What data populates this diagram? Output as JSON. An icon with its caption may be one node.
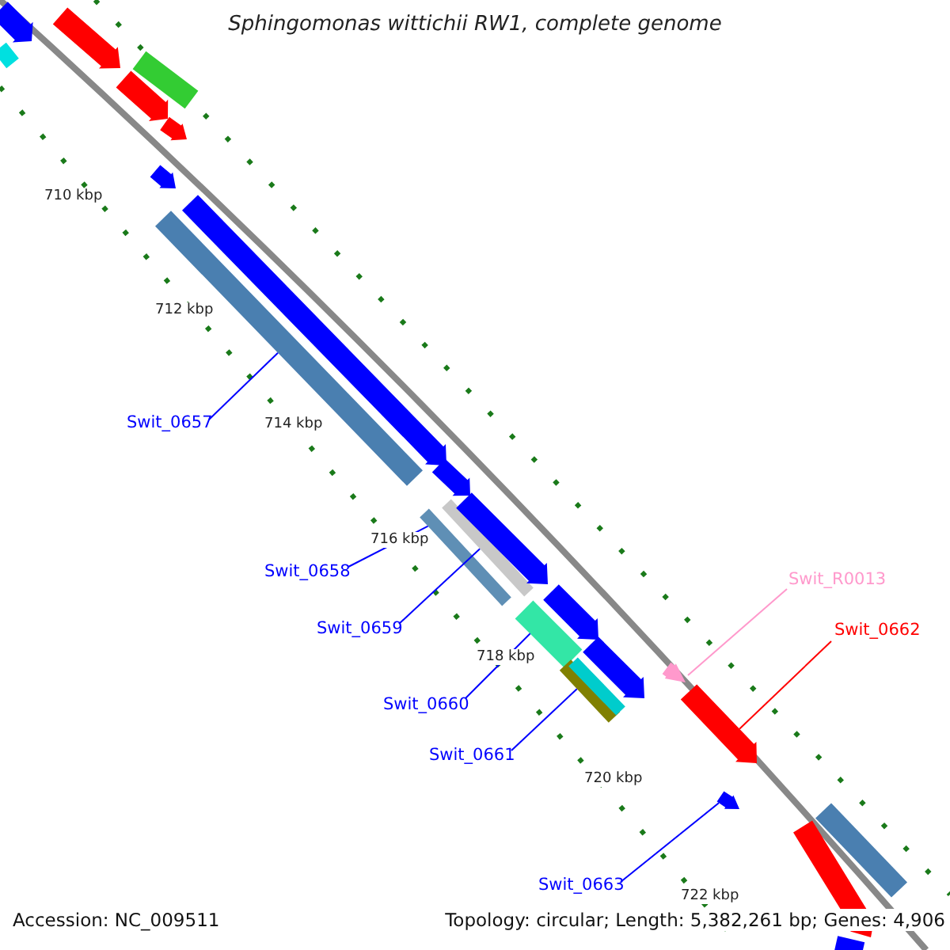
{
  "diagram": {
    "title": "Sphingomonas wittichii RW1, complete genome",
    "nodes": [
      {
        "text": [
          "Swit_0657"
        ]
      },
      {
        "text": [
          "Swit_0658"
        ]
      },
      {
        "text": [
          "Swit_R0013"
        ]
      },
      {
        "text": [
          "Swit_0659"
        ]
      },
      {
        "text": [
          "Swit_0662"
        ]
      },
      {
        "text": [
          "Swit_0660"
        ]
      },
      {
        "text": [
          "Swit_0661"
        ]
      },
      {
        "text": [
          "Swit_0663"
        ]
      },
      {
        "text": [],
        "shape": "bar"
      },
      {
        "text": [],
        "shape": "bar"
      },
      {
        "text": [],
        "shape": "bar"
      },
      {
        "text": [],
        "shape": "bar"
      },
      {
        "text": [],
        "shape": "bar"
      },
      {
        "text": [],
        "shape": "bar"
      },
      {
        "text": [],
        "shape": "bar"
      },
      {
        "text": [],
        "shape": "bar"
      },
      {
        "text": [],
        "shape": "bar"
      },
      {
        "text": [],
        "shape": "bar"
      },
      {
        "text": [],
        "shape": "bar"
      },
      {
        "text": [],
        "shape": "bar"
      },
      {
        "text": [],
        "shape": "bar"
      },
      {
        "text": [],
        "shape": "bar"
      },
      {
        "text": [],
        "shape": "bar"
      },
      {
        "text": [],
        "shape": "bar"
      },
      {
        "text": [],
        "shape": "bar"
      },
      {
        "text": [],
        "shape": "bar"
      },
      {
        "text": [],
        "shape": "bar"
      },
      {
        "text": [],
        "shape": "bar"
      },
      {
        "text": [],
        "shape": "bar"
      },
      {
        "text": [],
        "shape": "bar"
      },
      {
        "text": [],
        "shape": "bar"
      },
      {
        "text": [],
        "shape": "bar"
      }
    ],
    "edges": [
      {
        "from": 0,
        "to": 8,
        "arrow": "none"
      },
      {
        "from": 1,
        "to": 9,
        "arrow": "none"
      },
      {
        "from": 2,
        "to": 10,
        "arrow": "none",
        "color": "#ff99cc"
      },
      {
        "from": 3,
        "to": 11,
        "arrow": "none"
      },
      {
        "from": 4,
        "to": 12,
        "arrow": "none",
        "color": "#ff0000"
      },
      {
        "from": 5,
        "to": 13,
        "arrow": "none"
      },
      {
        "from": 6,
        "to": 14,
        "arrow": "none"
      },
      {
        "from": 7,
        "to": 15,
        "arrow": "none"
      }
    ],
    "labels": [
      "710 kbp",
      "712 kbp",
      "714 kbp",
      "716 kbp",
      "718 kbp",
      "720 kbp",
      "722 kbp",
      "Accession: NC_009511",
      "Topology: circular; Length: 5,382,261 bp; Genes: 4,906"
    ]
  }
}
